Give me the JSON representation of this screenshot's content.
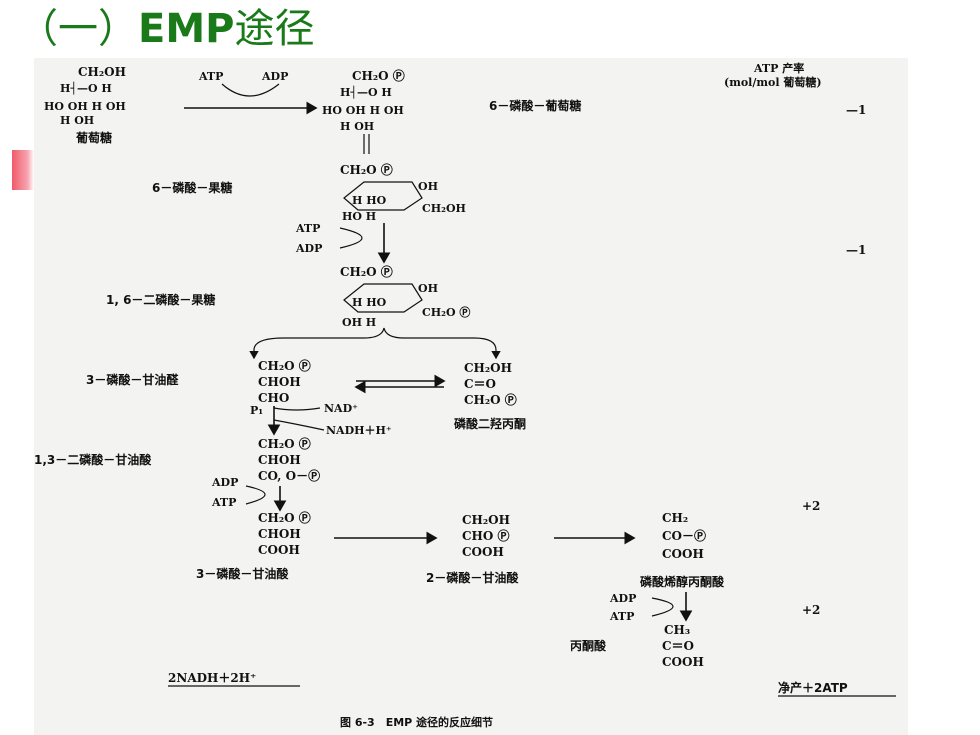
{
  "title": {
    "prefix": "（一）",
    "bold": "EMP",
    "suffix": "途径"
  },
  "header": {
    "line1": "ATP 产率",
    "line2": "(mol/mol 葡萄糖)"
  },
  "yields": {
    "y1": "—1",
    "y2": "—1",
    "y3": "+2",
    "y4": "+2"
  },
  "cofactors": {
    "atp": "ATP",
    "adp": "ADP",
    "pi": "P₁",
    "nad": "NAD⁺",
    "nadh": "NADH＋H⁺"
  },
  "compounds": {
    "glucose": {
      "name": "葡萄糖",
      "l1": "CH₂OH",
      "l2": "H┤—O H",
      "l3": "HO OH H OH",
      "l4": "H   OH"
    },
    "g6p": {
      "name": "6－磷酸－葡萄糖",
      "l1": "CH₂O Ⓟ",
      "l2": "H┤—O H",
      "l3": "HO OH H OH",
      "l4": "H   OH"
    },
    "f6p": {
      "name": "6－磷酸－果糖",
      "l1": "CH₂O Ⓟ",
      "l2": "OH",
      "l3": "H HO",
      "l4": "CH₂OH",
      "l5": "HO   H"
    },
    "fbp": {
      "name": "1, 6－二磷酸－果糖",
      "l1": "CH₂O Ⓟ",
      "l2": "OH",
      "l3": "H HO",
      "l4": "CH₂O Ⓟ",
      "l5": "OH   H"
    },
    "gap": {
      "name": "3－磷酸－甘油醛",
      "l1": "CH₂O Ⓟ",
      "l2": "CHOH",
      "l3": "CHO"
    },
    "dhap": {
      "name": "磷酸二羟丙酮",
      "l1": "CH₂OH",
      "l2": "C＝O",
      "l3": "CH₂O Ⓟ"
    },
    "bpg": {
      "name": "1,3－二磷酸－甘油酸",
      "l1": "CH₂O Ⓟ",
      "l2": "CHOH",
      "l3": "CO, O－Ⓟ"
    },
    "pg3": {
      "name": "3－磷酸－甘油酸",
      "l1": "CH₂O Ⓟ",
      "l2": "CHOH",
      "l3": "COOH"
    },
    "pg2": {
      "name": "2－磷酸－甘油酸",
      "l1": "CH₂OH",
      "l2": "CHO Ⓟ",
      "l3": "COOH"
    },
    "pep": {
      "name": "磷酸烯醇丙酮酸",
      "l1": "CH₂",
      "l2": "CO－Ⓟ",
      "l3": "COOH"
    },
    "pyruvate": {
      "name": "丙酮酸",
      "l1": "CH₃",
      "l2": "C＝O",
      "l3": "COOH"
    }
  },
  "footer": {
    "nadh": "2NADH＋2H⁺",
    "net": "净产＋2ATP",
    "caption": "图 6-3　EMP 途径的反应细节"
  }
}
